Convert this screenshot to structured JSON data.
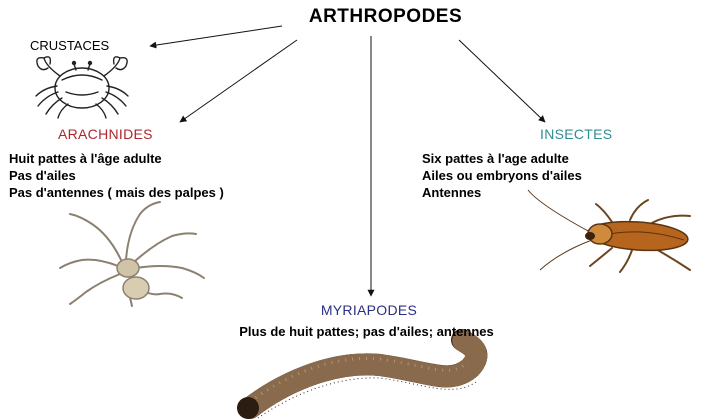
{
  "title": "ARTHROPODES",
  "groups": {
    "crustaces": {
      "name": "CRUSTACES"
    },
    "arachnides": {
      "name": "ARACHNIDES",
      "color": "#b0262e",
      "facts": [
        "Huit pattes à l'âge adulte",
        "Pas d'ailes",
        "Pas d'antennes ( mais des palpes )"
      ]
    },
    "insectes": {
      "name": "INSECTES",
      "color": "#2f8f92",
      "facts": [
        "Six pattes à l'age adulte",
        "Ailes ou embryons d'ailes",
        "Antennes"
      ]
    },
    "myriapodes": {
      "name": "MYRIAPODES",
      "color": "#2b2f84",
      "facts": [
        "Plus de huit pattes; pas d'ailes; antennes"
      ]
    }
  },
  "icons": [
    "crab-icon",
    "spider-icon",
    "cockroach-icon",
    "millipede-icon"
  ]
}
